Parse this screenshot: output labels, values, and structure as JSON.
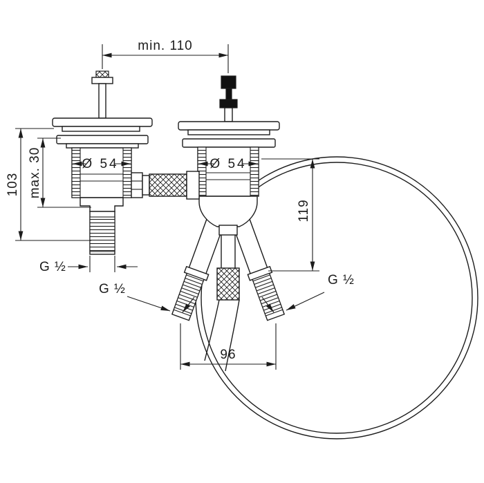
{
  "canvas": {
    "background": "#ffffff",
    "line_color": "#1c1c1c"
  },
  "dimensions": {
    "top_span": "min. 110",
    "left_height": "103",
    "mounting_depth": "max. 30",
    "left_valve_diameter": "Ø 54",
    "right_valve_diameter": "Ø 54",
    "right_height": "119",
    "bottom_span": "96",
    "thread_left": "G ½",
    "thread_bottom_left": "G ½",
    "thread_right": "G ½"
  }
}
